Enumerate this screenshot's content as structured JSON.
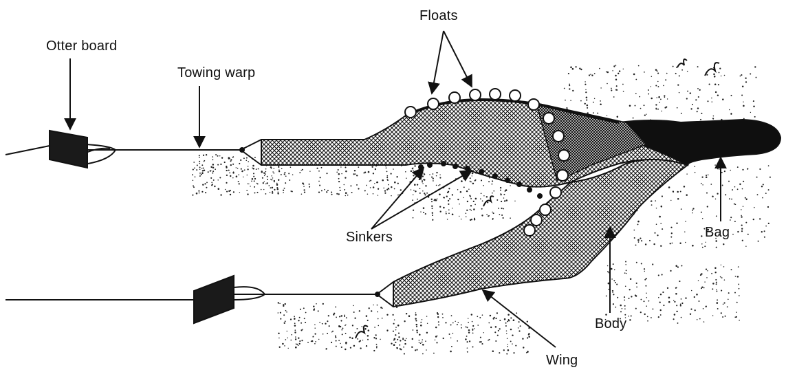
{
  "diagram": {
    "labels": {
      "otter_board": "Otter board",
      "towing_warp": "Towing warp",
      "floats": "Floats",
      "sinkers": "Sinkers",
      "bag": "Bag",
      "body": "Body",
      "wing": "Wing"
    },
    "colors": {
      "ink": "#111111",
      "background": "#ffffff"
    }
  }
}
